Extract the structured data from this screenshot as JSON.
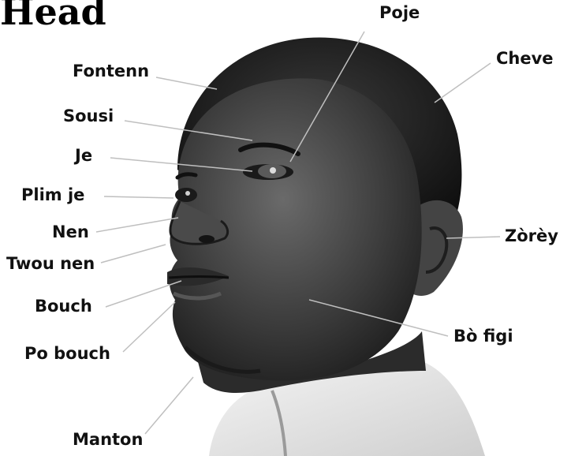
{
  "title": "Head",
  "labels": {
    "poje": "Poje",
    "fontenn": "Fontenn",
    "cheve": "Cheve",
    "sousi": "Sousi",
    "je": "Je",
    "plim_je": "Plim je",
    "nen": "Nen",
    "zorey": "Zòrèy",
    "twou_nen": "Twou nen",
    "bouch": "Bouch",
    "bo_figi": "Bò figi",
    "po_bouch": "Po bouch",
    "manton": "Manton"
  }
}
